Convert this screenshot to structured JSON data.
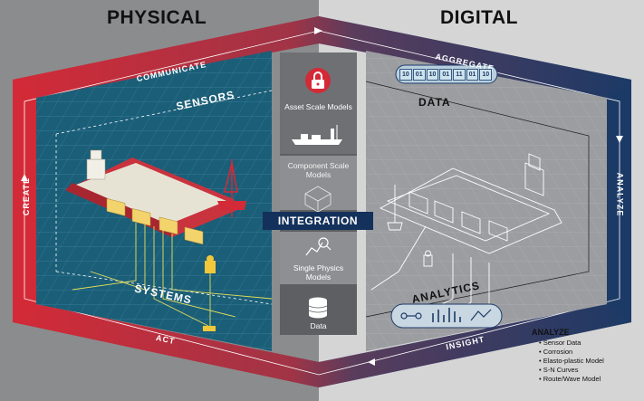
{
  "headers": {
    "physical": "PHYSICAL",
    "digital": "DIGITAL"
  },
  "loop_labels": {
    "communicate": "COMMUNICATE",
    "aggregate": "AGGREGATE",
    "analyze": "ANALYZE",
    "insight": "INSIGHT",
    "act": "ACT",
    "create": "CREATE"
  },
  "inner_labels": {
    "sensors": "SENSORS",
    "systems": "SYSTEMS",
    "data": "DATA",
    "analytics": "ANALYTICS"
  },
  "data_bits": [
    "10",
    "01",
    "10",
    "01",
    "11",
    "01",
    "10"
  ],
  "integration": "INTEGRATION",
  "column": {
    "asset": "Asset Scale Models",
    "component": "Component Scale Models",
    "physics": "Single Physics Models",
    "data": "Data"
  },
  "analyze_panel": {
    "title": "ANALYZE",
    "items": [
      "Sensor Data",
      "Corrosion",
      "Elasto-plastic Model",
      "S-N Curves",
      "Route/Wave Model"
    ]
  },
  "colors": {
    "red": "#d32a37",
    "navy": "#1c3a66",
    "teal": "#1b5e78",
    "panel_dark": "#5d5f62",
    "panel_light": "#9c9da0"
  },
  "icons": [
    "lock-icon",
    "ship-silhouette-icon",
    "component-icon",
    "chart-magnifier-icon",
    "database-icon",
    "sensor-buoy-icon"
  ]
}
